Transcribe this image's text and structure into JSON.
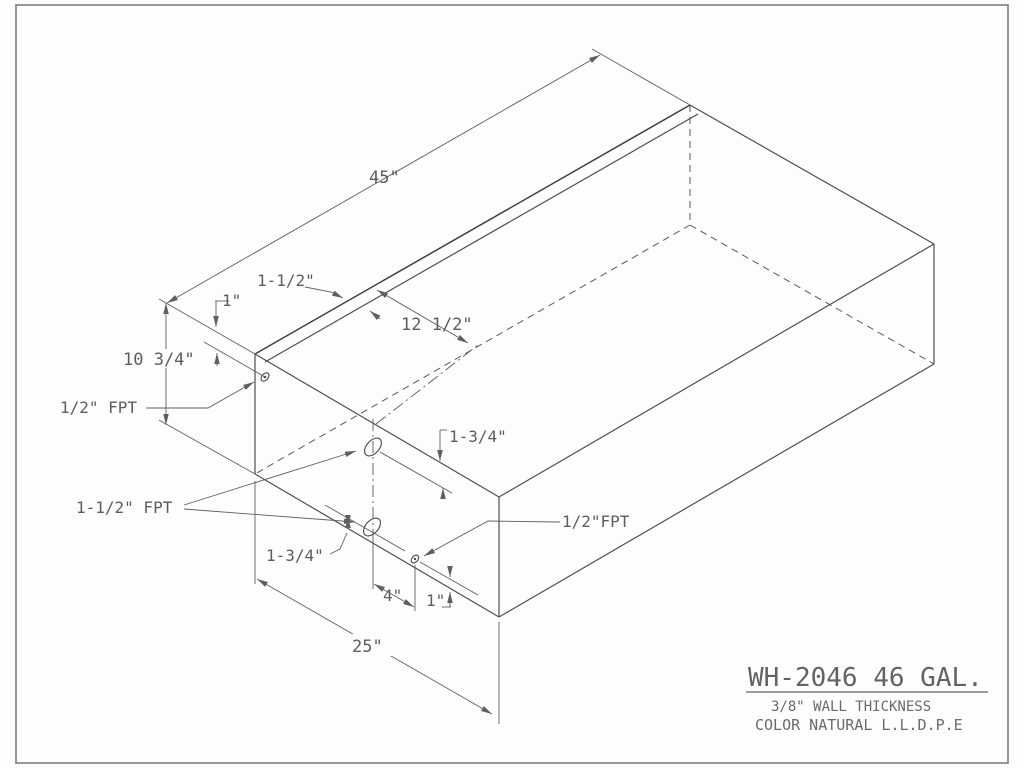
{
  "titleblock": {
    "model": "WH-2046 46 GAL.",
    "wall": "3/8\" WALL THICKNESS",
    "material": "COLOR NATURAL L.L.D.P.E"
  },
  "dims": {
    "length": "45\"",
    "height": "10 3/4\"",
    "depth": "25\"",
    "top_port_inset": "1\"",
    "rim_offset": "1-1/2\"",
    "center_offset": "12 1/2\"",
    "upper_port_offset": "1-3/4\"",
    "lower_port_offset": "1-3/4\"",
    "drain_spacing": "4\"",
    "drain_inset": "1\""
  },
  "fittings": {
    "top_fitting": "1/2\" FPT",
    "side_fittings": "1-1/2\" FPT",
    "drain_fitting": "1/2\"FPT"
  }
}
